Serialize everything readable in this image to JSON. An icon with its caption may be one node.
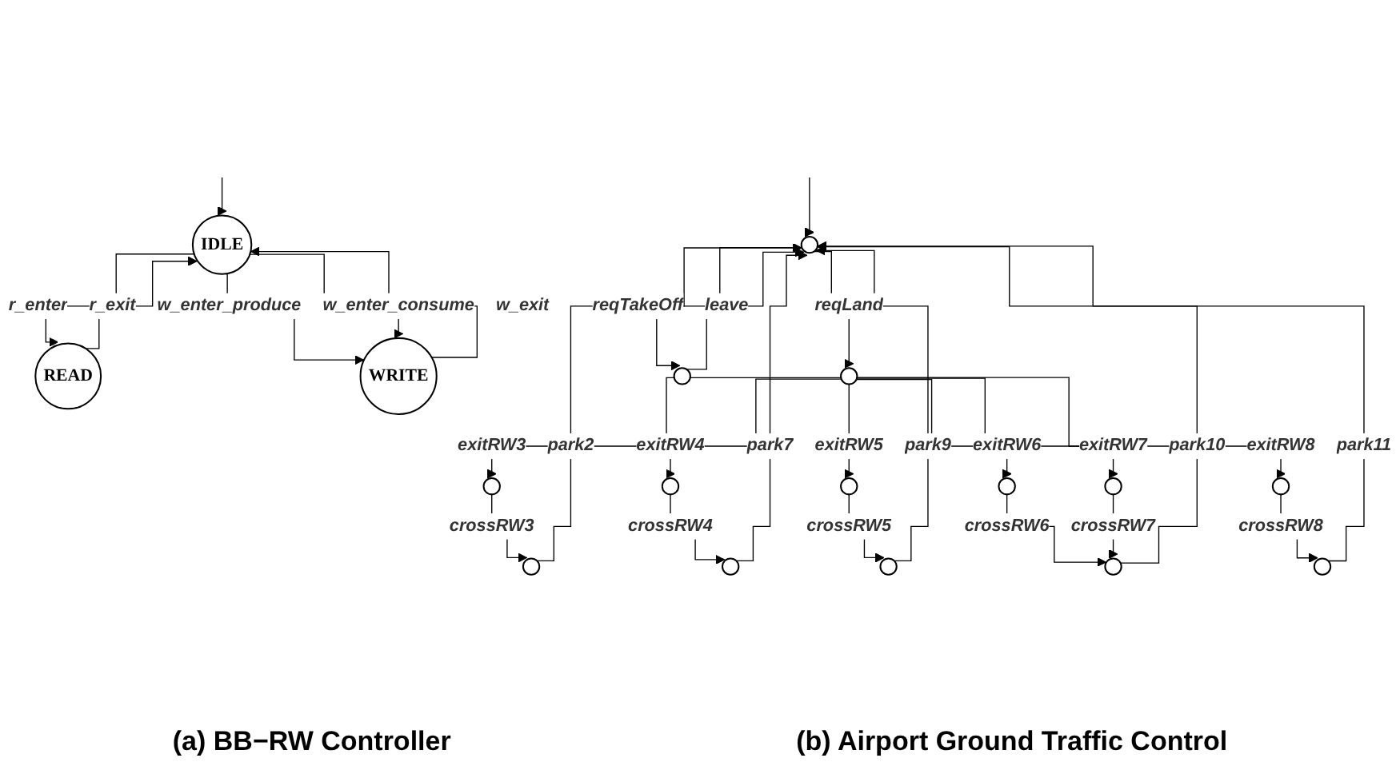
{
  "diagram": {
    "nodes": [
      {
        "text": [
          "IDLE"
        ]
      },
      {
        "text": [
          "READ"
        ]
      },
      {
        "text": [
          "WRITE"
        ]
      },
      {
        "text": [],
        "shape": "circle"
      },
      {
        "text": [],
        "shape": "circle"
      },
      {
        "text": [],
        "shape": "circle"
      },
      {
        "text": [],
        "shape": "circle"
      },
      {
        "text": [],
        "shape": "circle"
      },
      {
        "text": [],
        "shape": "circle"
      },
      {
        "text": [],
        "shape": "circle"
      },
      {
        "text": [],
        "shape": "circle"
      },
      {
        "text": [],
        "shape": "circle"
      },
      {
        "text": [],
        "shape": "circle"
      },
      {
        "text": [],
        "shape": "circle"
      },
      {
        "text": [],
        "shape": "circle"
      },
      {
        "text": [],
        "shape": "circle"
      },
      {
        "text": [],
        "shape": "circle"
      }
    ],
    "edges": [
      {
        "from": null,
        "to": 0,
        "arrow": "to"
      },
      {
        "from": 2,
        "to": 0,
        "label": "w_exit",
        "arrow": "to"
      },
      {
        "from": 1,
        "to": 0,
        "label": "r_exit",
        "arrow": "to"
      },
      {
        "from": 0,
        "to": 1,
        "label": "r_enter",
        "arrow": "to"
      },
      {
        "from": 0,
        "to": 2,
        "label": "w_enter_produce",
        "arrow": "to"
      },
      {
        "from": 0,
        "to": 2,
        "label": "w_enter_consume",
        "arrow": "to"
      },
      {
        "from": null,
        "to": 3,
        "arrow": "to"
      },
      {
        "from": 3,
        "to": 4,
        "label": "reqLand",
        "arrow": "to"
      },
      {
        "from": 3,
        "to": 5,
        "label": "reqTakeOff",
        "arrow": "to"
      },
      {
        "from": 5,
        "to": 3,
        "label": "leave",
        "arrow": "to"
      },
      {
        "from": 4,
        "to": 7,
        "label": "exitRW3",
        "arrow": "to"
      },
      {
        "from": 4,
        "to": 9,
        "label": "exitRW4",
        "arrow": "to"
      },
      {
        "from": 4,
        "to": 11,
        "label": "exitRW5",
        "arrow": "to"
      },
      {
        "from": 4,
        "to": 12,
        "label": "exitRW6",
        "arrow": "to"
      },
      {
        "from": 4,
        "to": 14,
        "label": "exitRW7",
        "arrow": "to"
      },
      {
        "from": 4,
        "to": 16,
        "label": "exitRW8",
        "arrow": "to"
      },
      {
        "from": 7,
        "to": 6,
        "label": "crossRW3",
        "arrow": "to"
      },
      {
        "from": 9,
        "to": 8,
        "label": "crossRW4",
        "arrow": "to"
      },
      {
        "from": 11,
        "to": 10,
        "label": "crossRW5",
        "arrow": "to"
      },
      {
        "from": 12,
        "to": 13,
        "label": "crossRW6",
        "arrow": "to"
      },
      {
        "from": 14,
        "to": 13,
        "label": "crossRW7",
        "arrow": "to"
      },
      {
        "from": 16,
        "to": 15,
        "label": "crossRW8",
        "arrow": "to"
      },
      {
        "from": 6,
        "to": 3,
        "label": "park2",
        "arrow": "to"
      },
      {
        "from": 8,
        "to": 3,
        "label": "park7",
        "arrow": "to"
      },
      {
        "from": 10,
        "to": 3,
        "label": "park9",
        "arrow": "to"
      },
      {
        "from": 13,
        "to": 3,
        "label": "park10",
        "arrow": "to"
      },
      {
        "from": 15,
        "to": 3,
        "label": "park11",
        "arrow": "to"
      }
    ],
    "labels": [
      "(a) BB−RW Controller",
      "(b) Airport Ground Traffic Control"
    ]
  }
}
